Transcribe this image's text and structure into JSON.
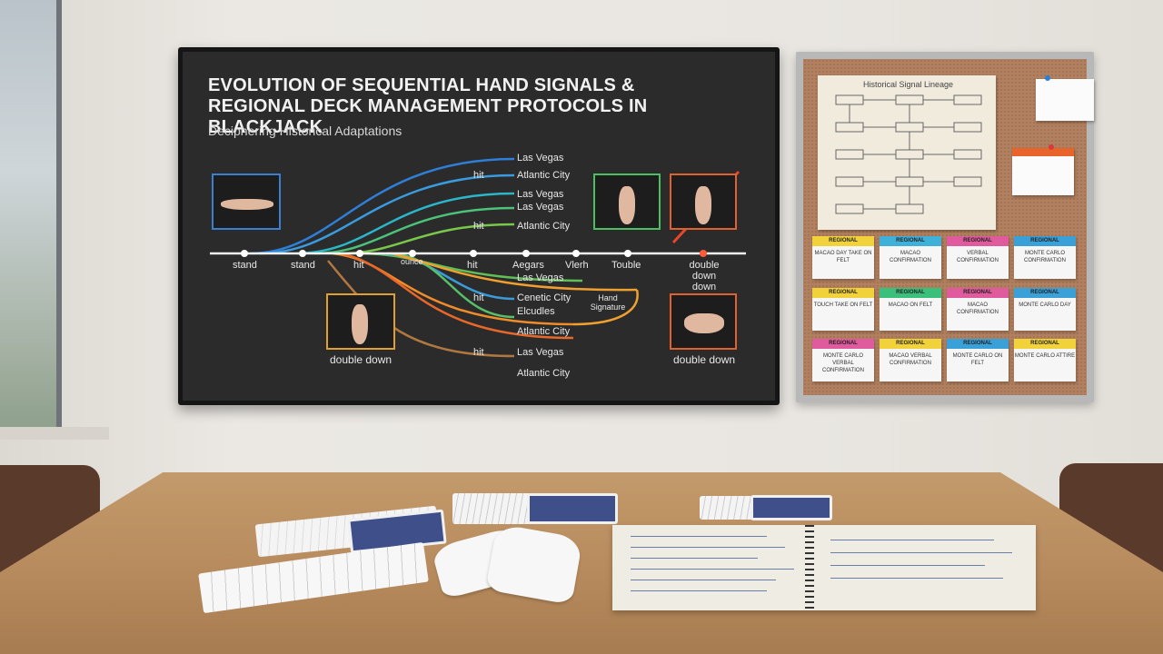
{
  "tv": {
    "title_line1": "EVOLUTION OF SEQUENTIAL HAND SIGNALS &",
    "title_line2": "REGIONAL DECK MANAGEMENT PROTOCOLS IN BLACKJACK",
    "subtitle": "Deciphering Historical Adaptations",
    "timeline_labels": [
      "stand",
      "stand",
      "hit",
      "ounce",
      "hit",
      "Aegars",
      "Vlerh",
      "Touble",
      "double down down"
    ],
    "branch_labels_top": [
      "Las Vegas",
      "hit",
      "Atlantic City",
      "Las Vegas",
      "Las Vegas",
      "hit",
      "Atlantic City"
    ],
    "branch_labels_bottom": [
      "Las Vegas",
      "hit",
      "Cenetic City",
      "Elcudles",
      "Atlantic City",
      "hit",
      "Las Vegas",
      "Atlantic City"
    ],
    "hand_label": "Hand Signature",
    "caption_left": "double down",
    "caption_right": "double down"
  },
  "board": {
    "lineage_title": "Historical Signal Lineage",
    "sticky_tabs": [
      "REGIONAL PROTOCOLS",
      "REGIONAL PROTOCOLS",
      "REGIONAL PROTOCOLS",
      "REGIONAL PROTOCOLS"
    ],
    "sticky_bodies": [
      "MACAO DAY TAKE ON FELT",
      "MACAO CONFIRMATION",
      "VERBAL CONFIRMATION",
      "MONTE CARLO CONFIRMATION",
      "TOUCH TAKE ON FELT",
      "MACAO ON FELT",
      "MACAO CONFIRMATION",
      "MONTE CARLO DAY",
      "MONTE CARLO VERBAL CONFIRMATION",
      "MACAO VERBAL CONFIRMATION",
      "MONTE CARLO ON FELT",
      "MONTE CARLO ATTIRE"
    ],
    "colors": [
      "#f1d23a",
      "#3fb0d8",
      "#e05a9e",
      "#3aa0d8",
      "#f1d23a",
      "#3ac07a",
      "#e05a9e",
      "#3aa0d8",
      "#e05a9e",
      "#f1d23a",
      "#3aa0d8",
      "#f1d23a"
    ]
  }
}
